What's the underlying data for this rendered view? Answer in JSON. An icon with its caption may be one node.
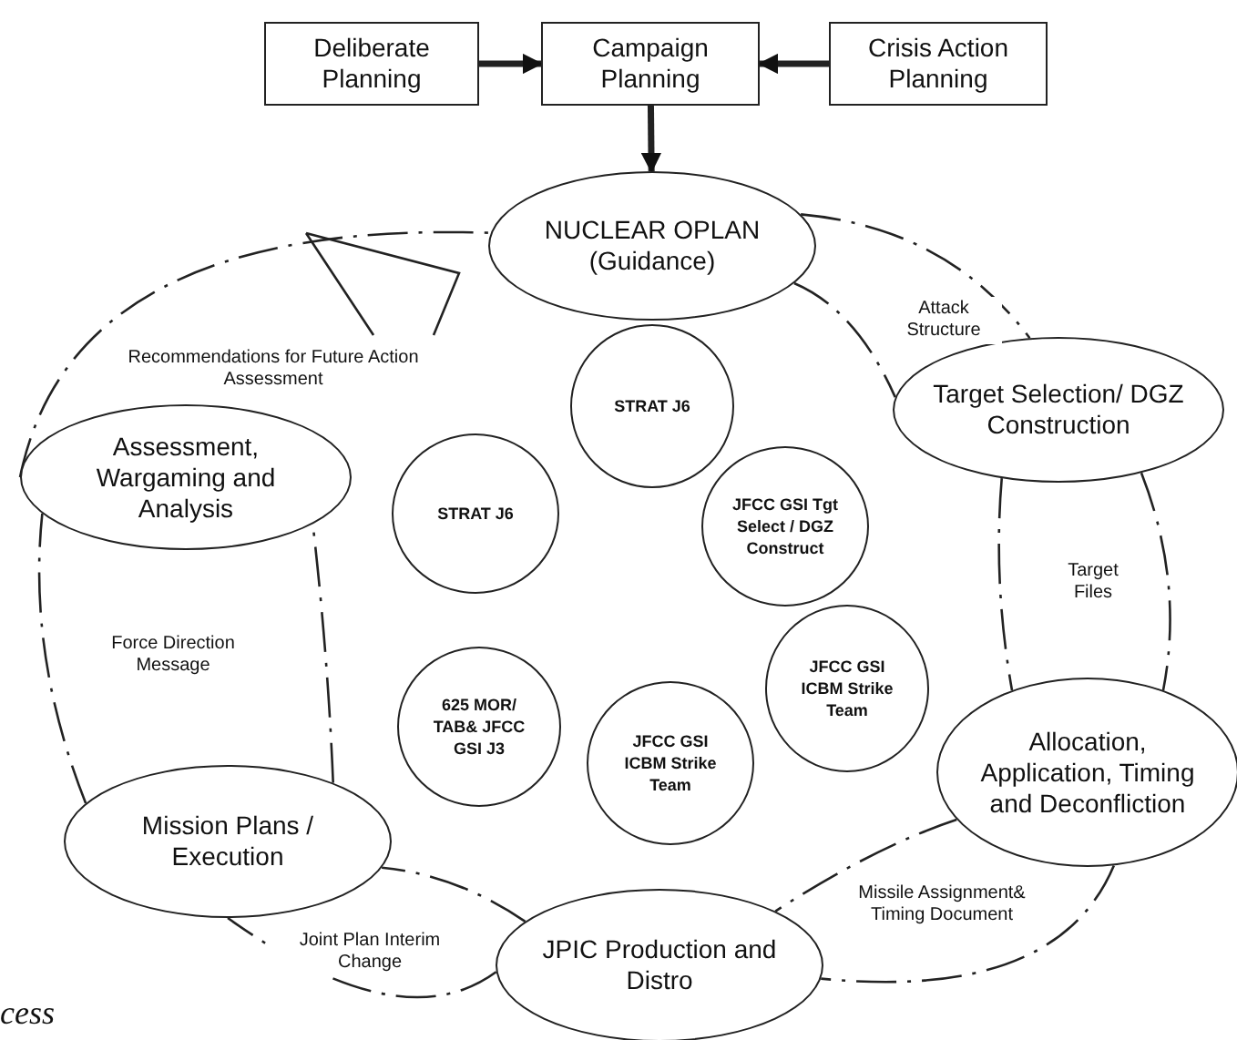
{
  "diagram": {
    "nodes": [
      {
        "text": [
          "Deliberate Planning"
        ]
      },
      {
        "text": [
          "Campaign Planning"
        ]
      },
      {
        "text": [
          "Crisis Action Planning"
        ]
      },
      {
        "text": [
          "NUCLEAR OPLAN (Guidance)"
        ]
      },
      {
        "text": [
          "Target Selection/ DGZ Construction"
        ]
      },
      {
        "text": [
          "Allocation, Application, Timing and Deconfliction"
        ]
      },
      {
        "text": [
          "JPIC Production and Distro"
        ]
      },
      {
        "text": [
          "Mission Plans / Execution"
        ]
      },
      {
        "text": [
          "Assessment, Wargaming and Analysis"
        ]
      },
      {
        "text": [
          "STRAT J6"
        ]
      },
      {
        "text": [
          "STRAT J6"
        ]
      },
      {
        "text": [
          "JFCC GSI Tgt Select / DGZ Construct"
        ]
      },
      {
        "text": [
          "JFCC GSI ICBM Strike Team"
        ]
      },
      {
        "text": [
          "625 MOR/ TAB& JFCC GSI J3"
        ]
      },
      {
        "text": [
          "JFCC GSI ICBM Strike Team"
        ]
      }
    ],
    "edges": [
      {
        "from": 0,
        "to": 1,
        "arrow": "to",
        "style": "thick"
      },
      {
        "from": 2,
        "to": 1,
        "arrow": "to",
        "style": "thick"
      },
      {
        "from": 1,
        "to": 3,
        "arrow": "to",
        "style": "thick"
      },
      {
        "from": 3,
        "to": 4,
        "arrow": "none",
        "style": "dashed",
        "label": "Attack Structure"
      },
      {
        "from": 3,
        "to": 4,
        "arrow": "none",
        "style": "dashed"
      },
      {
        "from": 4,
        "to": 5,
        "arrow": "none",
        "style": "dashed",
        "label": "Target Files"
      },
      {
        "from": 4,
        "to": 5,
        "arrow": "none",
        "style": "dashed"
      },
      {
        "from": 5,
        "to": 6,
        "arrow": "none",
        "style": "dashed",
        "label": "Missile Assignment& Timing Document"
      },
      {
        "from": 5,
        "to": 6,
        "arrow": "none",
        "style": "dashed"
      },
      {
        "from": 6,
        "to": 7,
        "arrow": "none",
        "style": "dashed"
      },
      {
        "from": 6,
        "to": 7,
        "arrow": "none",
        "style": "dashed",
        "label": "Joint Plan Interim Change"
      },
      {
        "from": 7,
        "to": 8,
        "arrow": "none",
        "style": "dashed",
        "label": "Force Direction Message"
      },
      {
        "from": 7,
        "to": 8,
        "arrow": "none",
        "style": "dashed"
      },
      {
        "from": 8,
        "to": 3,
        "arrow": "none",
        "style": "dashed",
        "label": "Recommendations for Future Action Assessment"
      }
    ],
    "labels": [
      "cess"
    ]
  }
}
